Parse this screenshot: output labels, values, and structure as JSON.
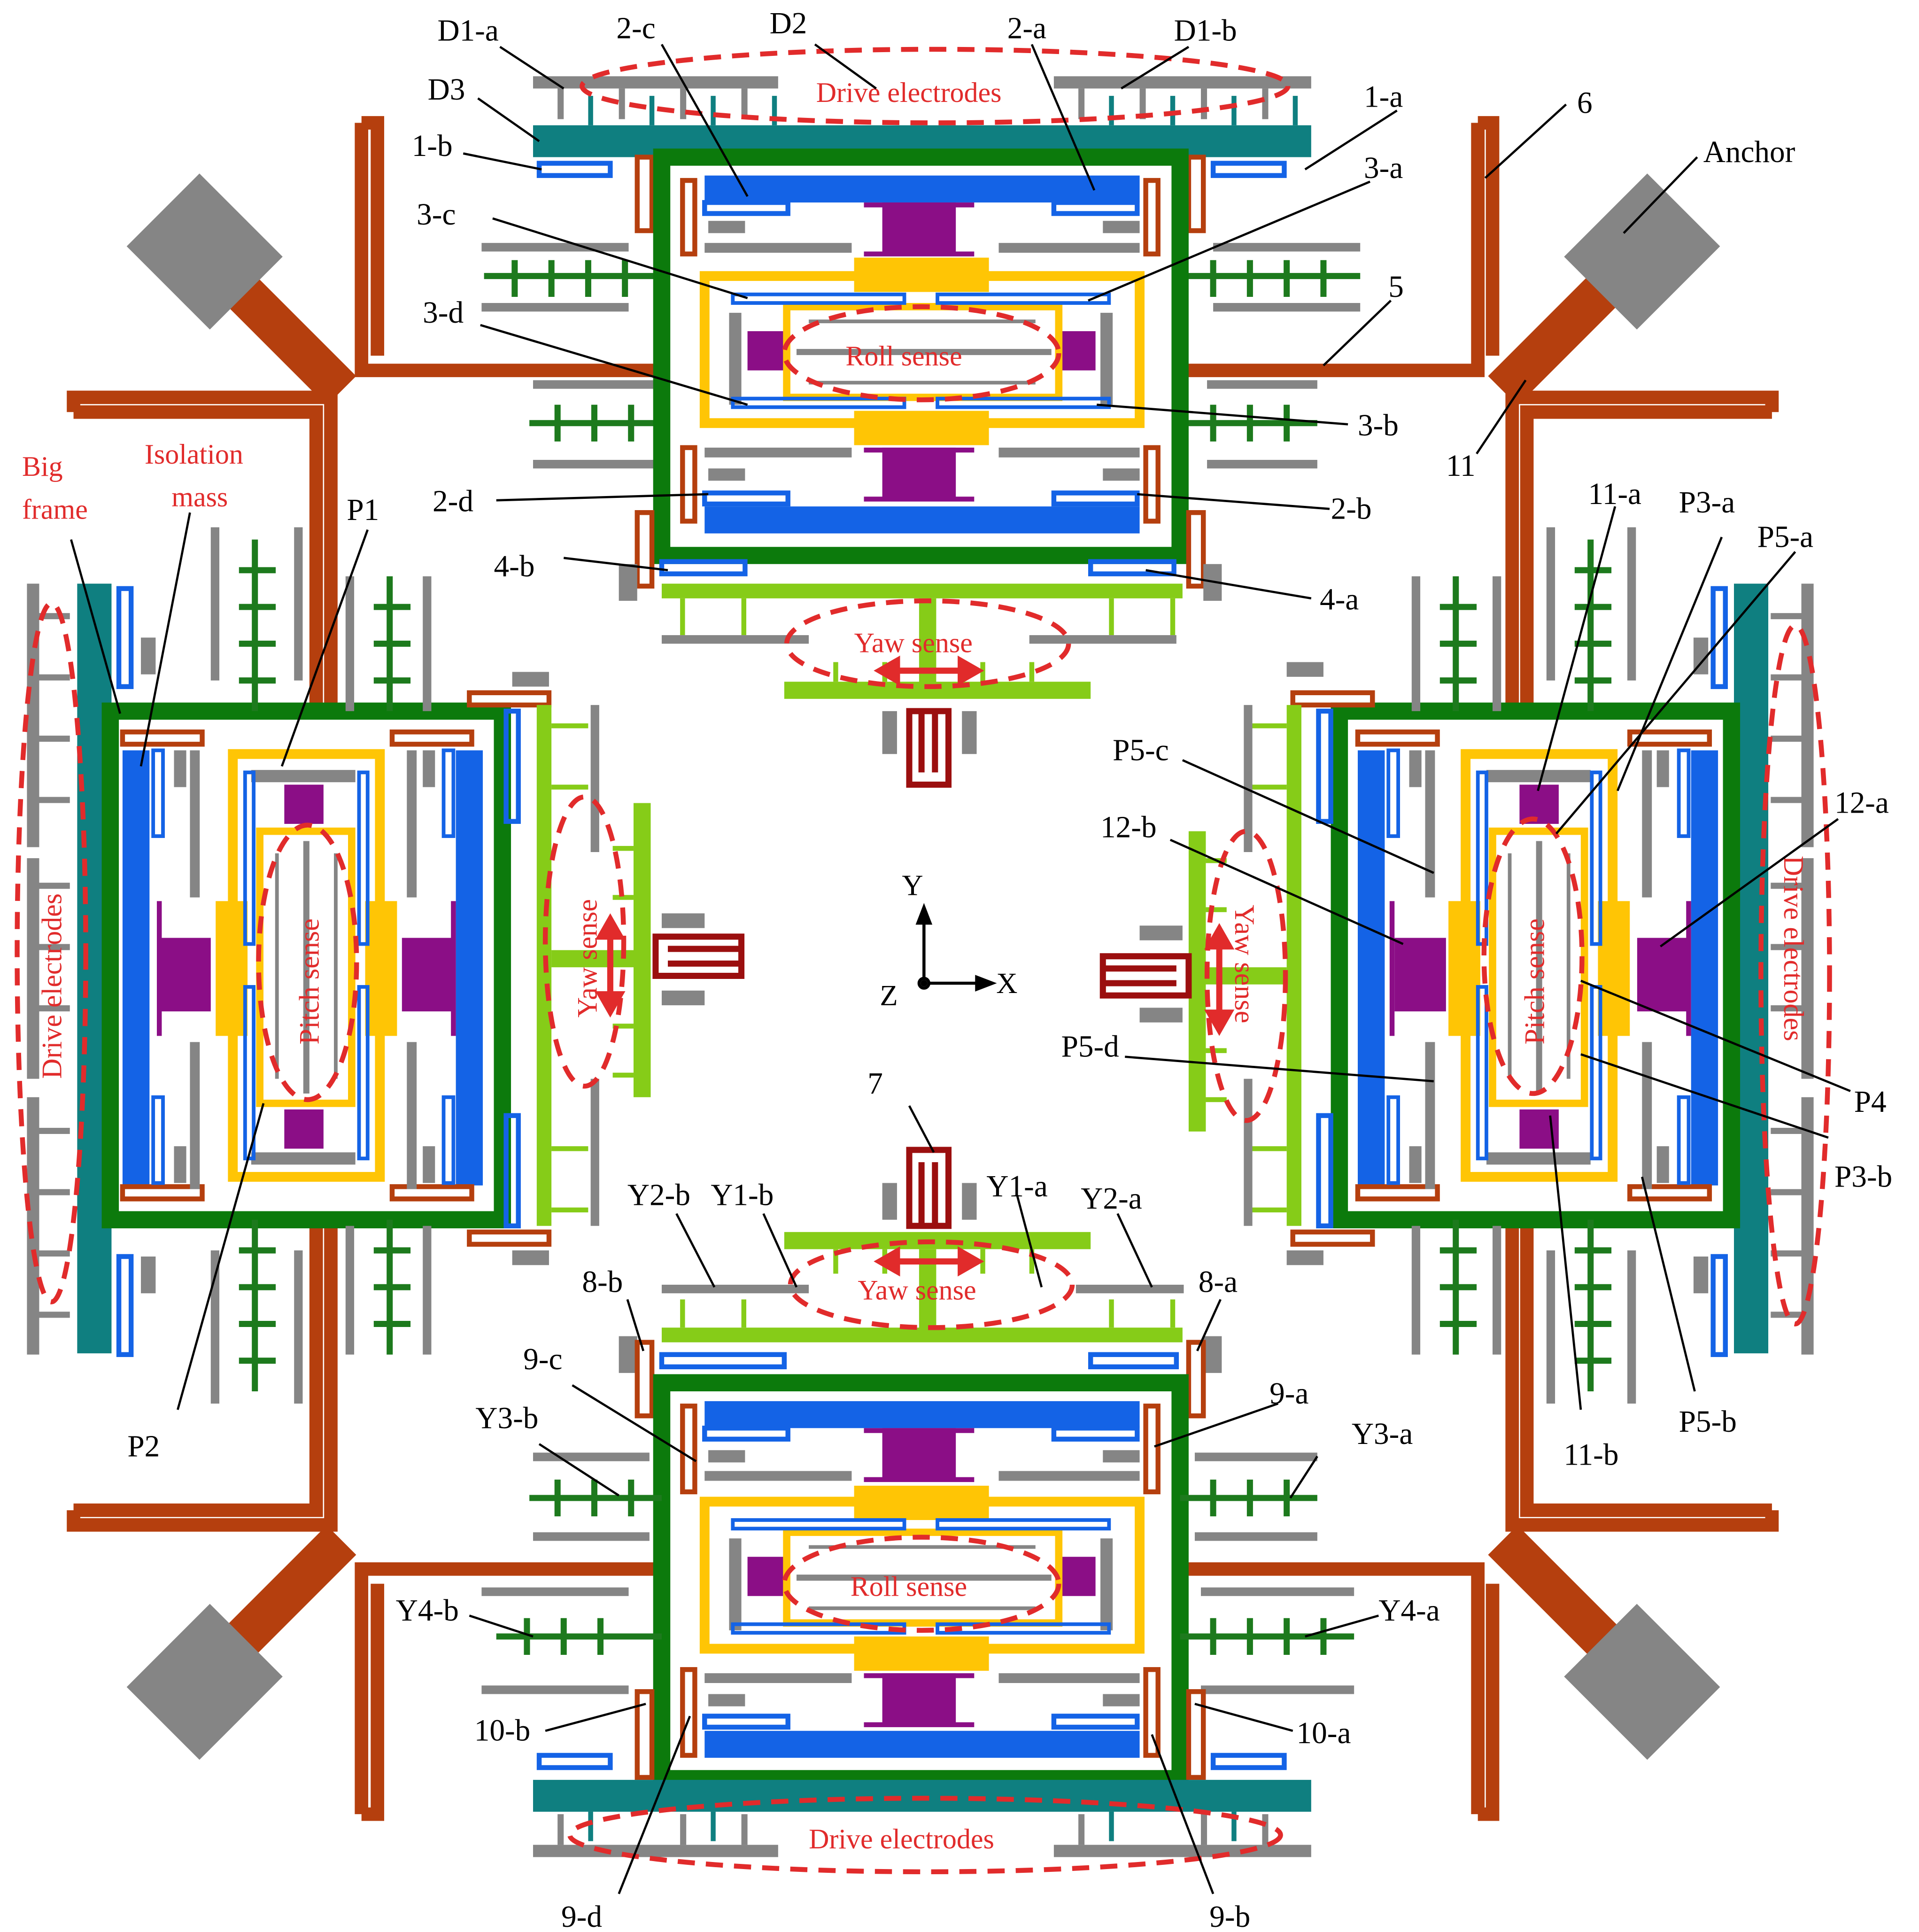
{
  "colors": {
    "frame_green": "#0c7a0c",
    "frame_teal": "#0f7f80",
    "blue": "#1463e6",
    "yellow": "#ffc505",
    "purple": "#8b0e86",
    "rust": "#b53f0e",
    "gray": "#858585",
    "lime": "#86cc18",
    "comb_green": "#1d7a1d",
    "dark_red": "#9b0f0f",
    "annotation_red": "#e12b2b"
  },
  "annotations": {
    "drive_top": "Drive electrodes",
    "drive_bottom": "Drive electrodes",
    "drive_left": "Drive electrodes",
    "drive_right": "Drive electrodes",
    "roll_top": "Roll sense",
    "roll_bottom": "Roll sense",
    "yaw_top": "Yaw sense",
    "yaw_bottom": "Yaw sense",
    "yaw_left": "Yaw sense",
    "yaw_right": "Yaw sense",
    "pitch_left": "Pitch sense",
    "pitch_right": "Pitch sense",
    "big_frame_1": "Big",
    "big_frame_2": "frame",
    "isolation_1": "Isolation",
    "isolation_2": "mass"
  },
  "axes": {
    "y": "Y",
    "x": "X",
    "z": "Z"
  },
  "labels": {
    "d1a": "D1-a",
    "c2c": "2-c",
    "d2": "D2",
    "a2a": "2-a",
    "d1b": "D1-b",
    "d3": "D3",
    "b1b": "1-b",
    "a1a": "1-a",
    "n6": "6",
    "anchor": "Anchor",
    "a3a": "3-a",
    "c3c": "3-c",
    "n5": "5",
    "d3d": "3-d",
    "b3b": "3-b",
    "n11": "11",
    "d2d": "2-d",
    "b2b": "2-b",
    "b4b": "4-b",
    "a4a": "4-a",
    "p1": "P1",
    "a11a": "11-a",
    "p3a": "P3-a",
    "p5a": "P5-a",
    "p5c": "P5-c",
    "a12a": "12-a",
    "b12b": "12-b",
    "p5d": "P5-d",
    "p4": "P4",
    "p3b": "P3-b",
    "n7": "7",
    "y2b": "Y2-b",
    "y1b": "Y1-b",
    "y1a": "Y1-a",
    "y2a": "Y2-a",
    "b8b": "8-b",
    "a8a": "8-a",
    "c9c": "9-c",
    "a9a": "9-a",
    "y3b": "Y3-b",
    "y3a": "Y3-a",
    "p2": "P2",
    "b11b": "11-b",
    "p5b": "P5-b",
    "y4b": "Y4-b",
    "y4a": "Y4-a",
    "b10b": "10-b",
    "a10a": "10-a",
    "d9d": "9-d",
    "b9b": "9-b"
  }
}
